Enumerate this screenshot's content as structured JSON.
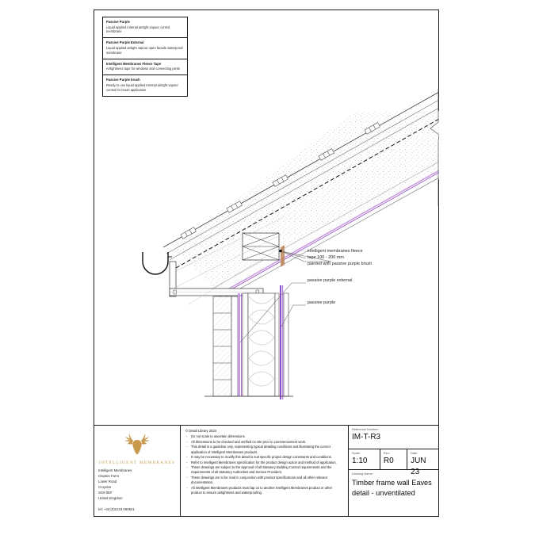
{
  "legend": {
    "items": [
      {
        "title": "Passive Purple",
        "desc": "Liquid applied internal airtight vapour control membrane"
      },
      {
        "title": "Passive Purple External",
        "desc": "Liquid applied airtight vapour open facade waterproof membrane"
      },
      {
        "title": "Intelligent Membranes Fleece Tape",
        "desc": "Airtightness tape for windows and connecting joints"
      },
      {
        "title": "Passive Purple brush",
        "desc": "Ready to use liquid applied internal airtight vapour control for brush application"
      }
    ]
  },
  "annotations": {
    "fleece_tape": "intelligent membranes fleece\ntape 100 - 200 mm\npainted with passive purple brush",
    "passive_purple_external": "passive purple external",
    "passive_purple": "passive purple"
  },
  "company": {
    "logo_icon": "stag-head-icon",
    "wordmark": "INTELLIGENT MEMBRANES",
    "address": [
      "Intelligent Membranes",
      "Clopton Farm",
      "Lower Road",
      "Croydon",
      "SG8 0EF",
      "United Kingdom"
    ],
    "telephone": "tel: +44 (0)1223 080821"
  },
  "notes": {
    "copyright": "© Detail Library 2023",
    "items": [
      "Do not scale to ascertain dimensions.",
      "All dimensions to be checked and verified on site prior to commencement work.",
      "This detail is a guideline only, representing typical detailing conditions and illustrating the correct application of Intelligent Membranes products.",
      "It may be necessary to modify this detail to suit specific project design constraints and conditions.",
      "Refer to Intelligent Membranes specification for the product design action and method of application.",
      "These drawings are subject to the approval of all Statutory Building Control requirements and the requirements of all Statutory Authorities and Service Providers.",
      "These drawings are to be read in conjunction with product specifications and all other relevant documentation.",
      "All Intelligent Membranes products must lap on to another Intelligent Membranes product or other product to ensure airtightness and waterproofing."
    ]
  },
  "titleblock": {
    "reference_label": "Reference Number:",
    "reference_value": "IM-T-R3",
    "scale_label": "Scale:",
    "scale_value": "1:10",
    "rev_label": "Rev:",
    "rev_value": "R0",
    "date_label": "Date:",
    "date_value": "JUN 23",
    "drawing_name_label": "Drawing Name:",
    "drawing_name_value": "Timber frame wall Eaves detail - unventilated"
  },
  "colors": {
    "vcl_purple": "#7B2FBE",
    "external_membrane_purple": "#C89BE0",
    "fleece_tape_tan": "#C08A5E",
    "line_black": "#1c1c1c",
    "logo_gold": "#c79a4e"
  }
}
